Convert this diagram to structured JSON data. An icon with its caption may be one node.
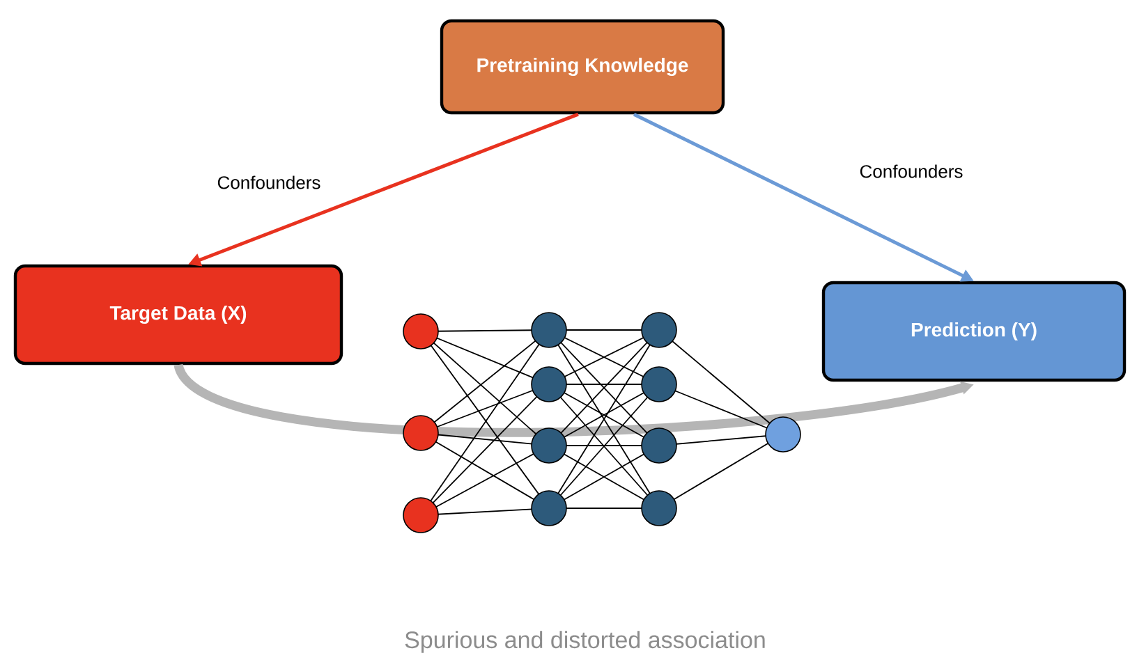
{
  "diagram": {
    "caption": "Spurious and distorted association",
    "nodes": [
      {
        "text": [
          "Pretraining Knowledge"
        ]
      },
      {
        "text": [
          "Target Data (X)"
        ]
      },
      {
        "text": [
          "Prediction (Y)"
        ]
      }
    ],
    "edges": [
      {
        "from": 0,
        "to": 1,
        "arrow": "to",
        "label": "Confounders",
        "color": "#e8321f"
      },
      {
        "from": 0,
        "to": 2,
        "arrow": "to",
        "label": "Confounders",
        "color": "#6b9ad6"
      },
      {
        "from": 1,
        "to": 2,
        "arrow": "to",
        "style": "thick",
        "color": "#b5b5b5"
      }
    ]
  }
}
